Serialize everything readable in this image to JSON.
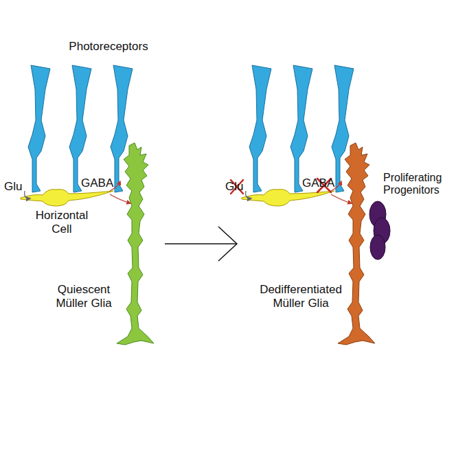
{
  "diagram": {
    "labels": [
      "Photoreceptors",
      "Glu",
      "Horizontal Cell",
      "GABA",
      "Quiescent Müller Glia",
      "Glu",
      "GABA",
      "Proliferating Progenitors",
      "Dedifferentiated Müller Glia"
    ]
  }
}
